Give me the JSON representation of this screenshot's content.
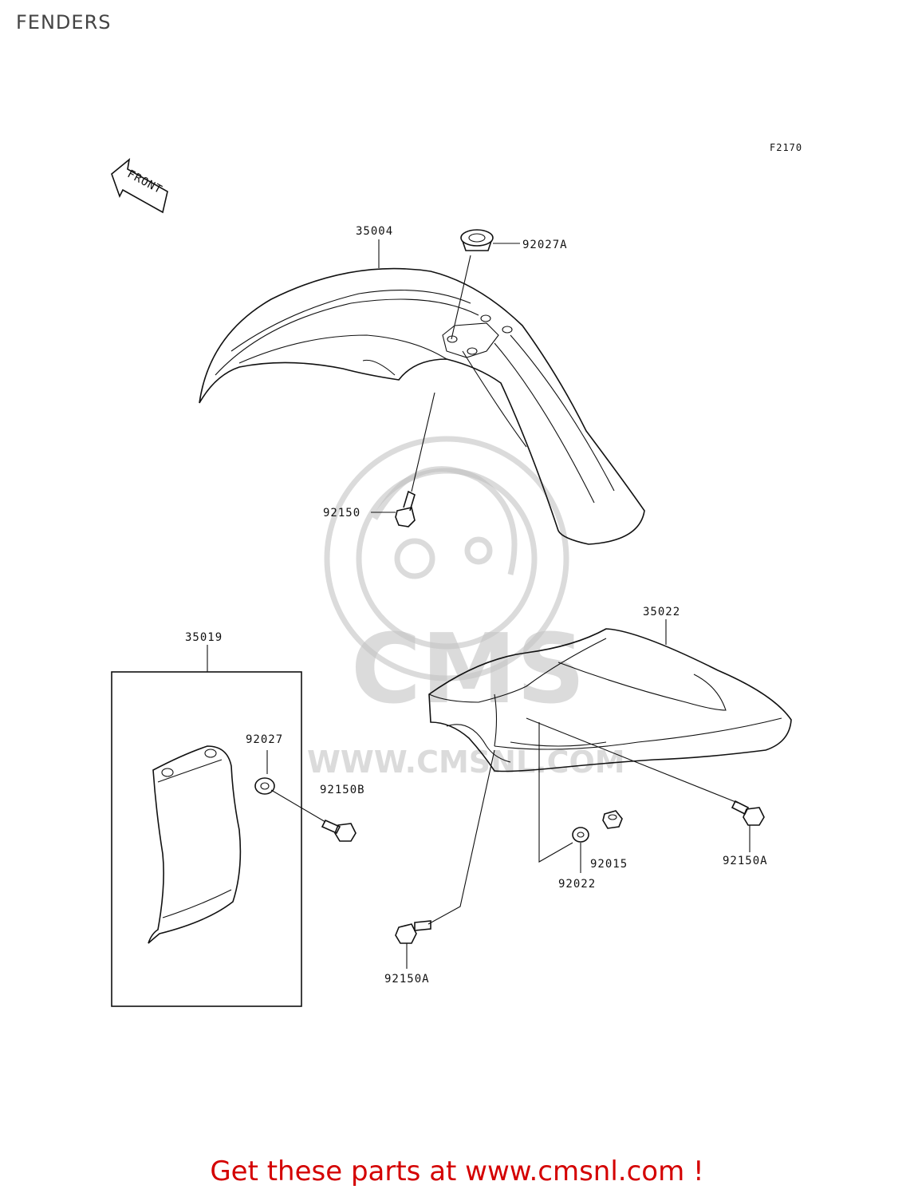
{
  "page": {
    "title": "FENDERS",
    "figure_code": "F2170",
    "footer": "Get these parts at www.cmsnl.com !",
    "front_arrow": "FRONT"
  },
  "watermark": {
    "logo_text": "CMS",
    "url_text": "WWW.CMSNL.COM"
  },
  "parts": {
    "front_fender": "35004",
    "front_grommet": "92027A",
    "front_bolt": "92150",
    "rear_fender": "35022",
    "mud_flap_group": "35019",
    "flap_grommet": "92027",
    "flap_bolt": "92150B",
    "rear_bolt_right": "92150A",
    "nut": "92015",
    "washer": "92022",
    "rear_bolt_lower": "92150A"
  },
  "colors": {
    "footer": "#d40000",
    "title": "#444444",
    "line": "#111111"
  }
}
